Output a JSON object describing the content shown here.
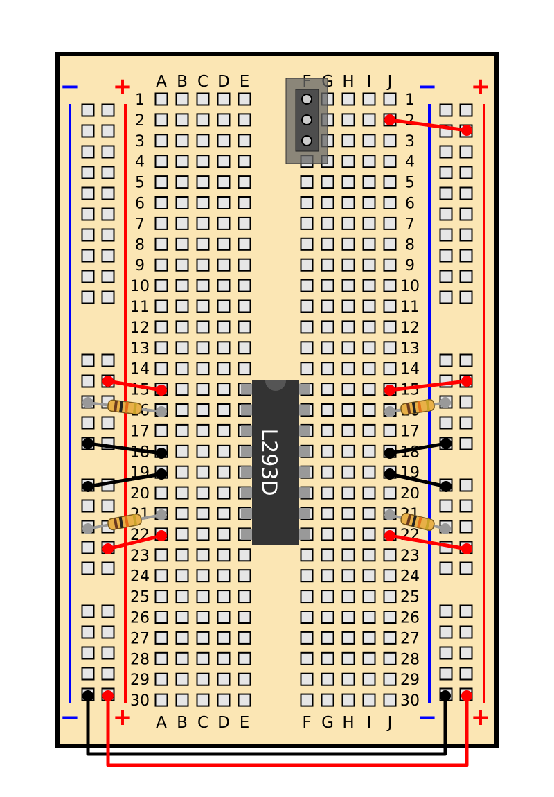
{
  "board": {
    "column_labels_left": [
      "A",
      "B",
      "C",
      "D",
      "E"
    ],
    "column_labels_right": [
      "F",
      "G",
      "H",
      "I",
      "J"
    ],
    "row_count": 30,
    "rail_minus_symbol": "−",
    "rail_plus_symbol": "+",
    "colors": {
      "board_fill": "#fbe6b4",
      "hole_fill": "#e6e6e6",
      "minus_rail": "#0000ff",
      "plus_rail": "#ff0000",
      "wire_red": "#ff0000",
      "wire_black": "#000000",
      "lead_gray": "#999999",
      "chip_body": "#333333",
      "pin_gray": "#999999",
      "connector_body": "#666666"
    }
  },
  "chip": {
    "label": "L293D"
  },
  "connector": {
    "icon": "three-pin-header-icon"
  }
}
